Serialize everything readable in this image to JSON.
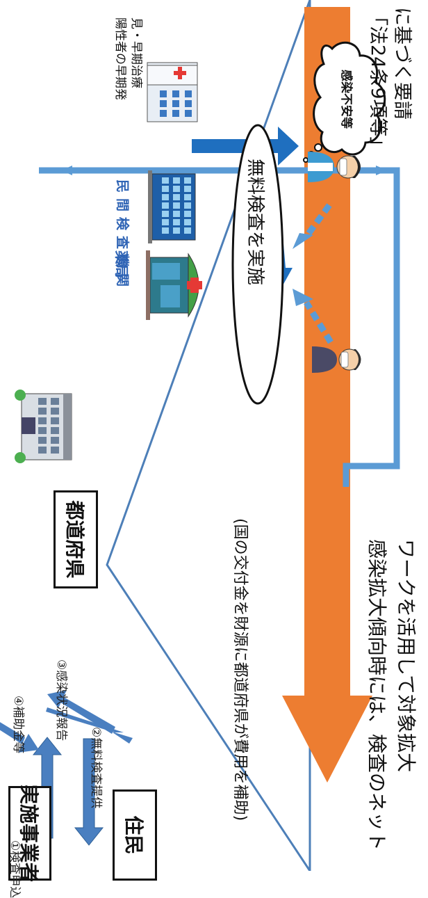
{
  "nodes": {
    "implementer": "実施事業者",
    "prefecture": "都道府県",
    "residents": "住民"
  },
  "flow_labels": {
    "application": "①検査申込",
    "free_test": "②無料検査提供",
    "report": "③感染状況報告",
    "subsidy": "④補助金等"
  },
  "funding_note": "(国の交付金を財源に都道府県が費用を補助)",
  "expansion_note": {
    "line1": "感染拡大傾向時には、検査のネット",
    "line2": "ワークを活用して対象拡大"
  },
  "providers": {
    "pharmacy": "薬局",
    "private_lab": "民間検査機関"
  },
  "free_testing": "無料検査を実施",
  "early_detection": {
    "line1": "陽性者の早期発",
    "line2": "見・早期治療"
  },
  "anxiety_cloud": "感染不安等",
  "request": {
    "line1": "「法24条9項等」",
    "line2": "に基づく要請"
  },
  "colors": {
    "arrow_blue": "#4a7fc0",
    "triangle_blue": "#4d7fb8",
    "orange": "#ed7d31",
    "light_blue": "#5b9bd5",
    "dark_blue": "#1f6fbf"
  }
}
